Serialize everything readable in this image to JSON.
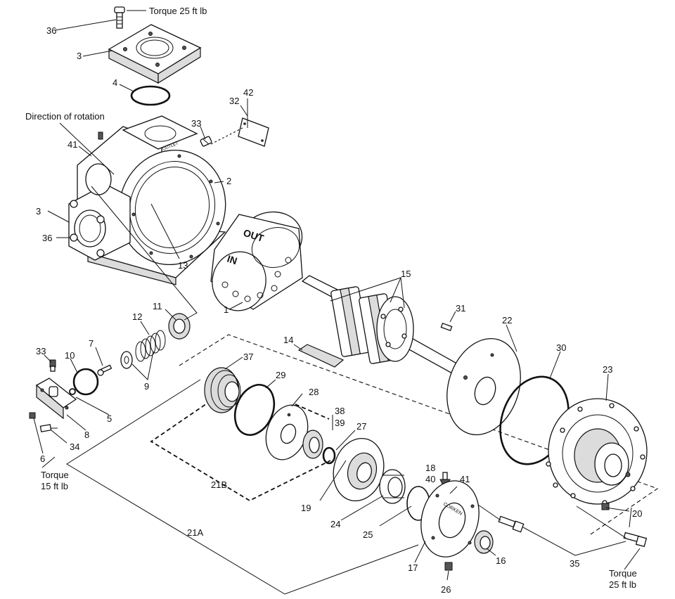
{
  "notes": {
    "torque_top": "Torque 25 ft lb",
    "direction": "Direction of rotation",
    "torque_left_1": "Torque",
    "torque_left_2": "15 ft lb",
    "torque_right_1": "Torque",
    "torque_right_2": "25 ft lb",
    "housing_text": "OUTLET",
    "liner_out": "OUT",
    "liner_in": "IN",
    "flange_text": "CORKEN"
  },
  "callouts": {
    "p36a": "36",
    "p3a": "3",
    "p4": "4",
    "p42": "42",
    "p32": "32",
    "p33a": "33",
    "p41a": "41",
    "p2": "2",
    "p3b": "3",
    "p36b": "36",
    "p13": "13",
    "p1": "1",
    "p15": "15",
    "p11": "11",
    "p12": "12",
    "p31": "31",
    "p22": "22",
    "p30": "30",
    "p7": "7",
    "p10": "10",
    "p33b": "33",
    "p14": "14",
    "p37": "37",
    "p9": "9",
    "p29": "29",
    "p23": "23",
    "p5": "5",
    "p8": "8",
    "p28": "28",
    "p38": "38",
    "p39": "39",
    "p27": "27",
    "p6": "6",
    "p34": "34",
    "p21b": "21B",
    "p18": "18",
    "p40": "40",
    "p41b": "41",
    "p19": "19",
    "p24": "24",
    "p20": "20",
    "p25": "25",
    "p21a": "21A",
    "p17": "17",
    "p16": "16",
    "p35": "35",
    "p26": "26"
  }
}
